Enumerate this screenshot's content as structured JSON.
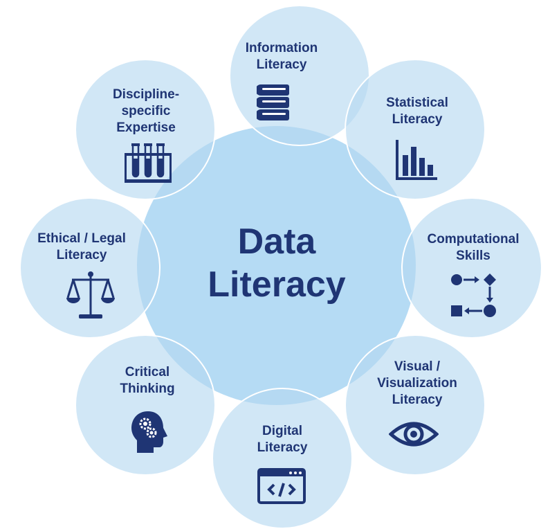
{
  "center": {
    "line1": "Data",
    "line2": "Literacy"
  },
  "colors": {
    "text": "#1f3574",
    "center_fill": "#78bee b",
    "petal_fill": "#b4d8f0"
  },
  "petals": [
    {
      "id": "information-literacy",
      "lines": [
        "Information",
        "Literacy"
      ],
      "icon": "books-icon"
    },
    {
      "id": "statistical-literacy",
      "lines": [
        "Statistical",
        "Literacy"
      ],
      "icon": "bar-chart-icon"
    },
    {
      "id": "computational-skills",
      "lines": [
        "Computational",
        "Skills"
      ],
      "icon": "flowchart-icon"
    },
    {
      "id": "visual-visualization-literacy",
      "lines": [
        "Visual /",
        "Visualization",
        "Literacy"
      ],
      "icon": "eye-icon"
    },
    {
      "id": "digital-literacy",
      "lines": [
        "Digital",
        "Literacy"
      ],
      "icon": "code-window-icon"
    },
    {
      "id": "critical-thinking",
      "lines": [
        "Critical",
        "Thinking"
      ],
      "icon": "head-gears-icon"
    },
    {
      "id": "ethical-legal-literacy",
      "lines": [
        "Ethical / Legal",
        "Literacy"
      ],
      "icon": "scales-icon"
    },
    {
      "id": "discipline-specific-expertise",
      "lines": [
        "Discipline-",
        "specific",
        "Expertise"
      ],
      "icon": "test-tubes-icon"
    }
  ]
}
